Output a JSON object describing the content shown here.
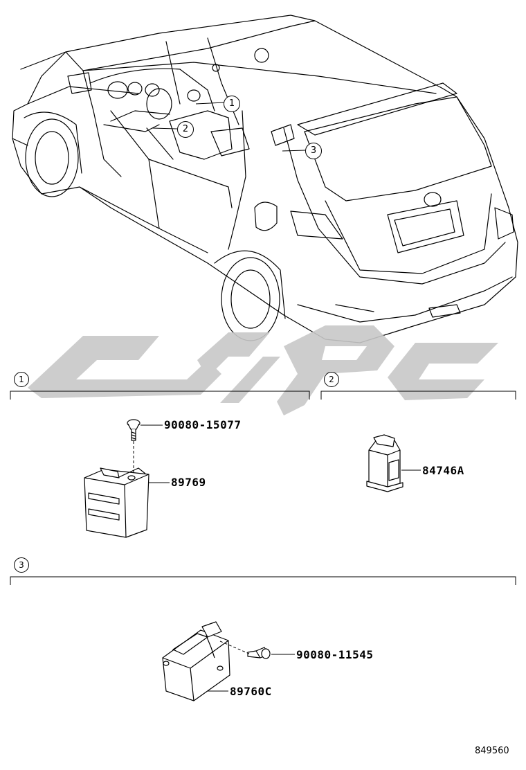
{
  "callouts": [
    "1",
    "2",
    "3"
  ],
  "sections": [
    {
      "number": "1",
      "parts": [
        "90080-15077",
        "89769"
      ]
    },
    {
      "number": "2",
      "parts": [
        "84746A"
      ]
    },
    {
      "number": "3",
      "parts": [
        "90080-11545",
        "89760C"
      ]
    }
  ],
  "reference_number": "849560",
  "watermark": {
    "color": "#c8c8c8",
    "shape": "decorative-logo"
  }
}
